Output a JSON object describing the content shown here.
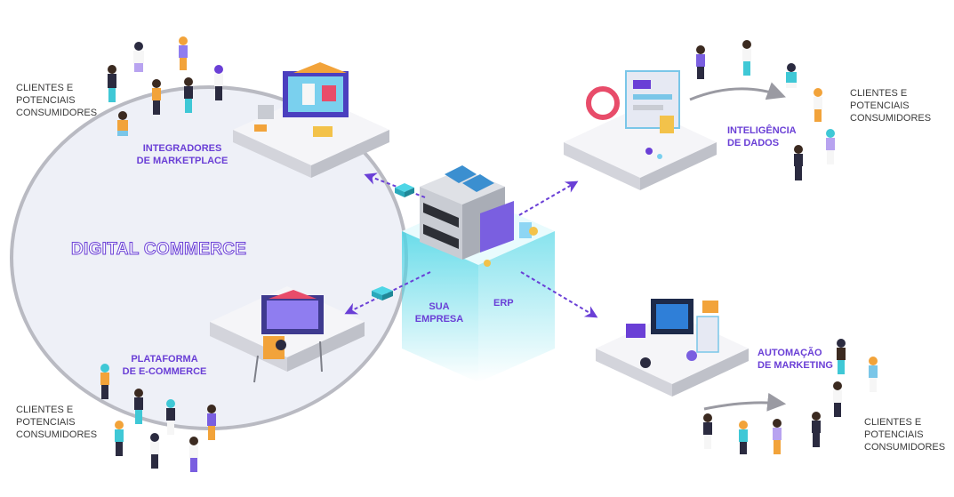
{
  "diagram": {
    "center": {
      "company_label": [
        "SUA",
        "EMPRESA"
      ],
      "erp_label": "ERP"
    },
    "digital_commerce_label": "DIGITAL COMMERCE",
    "nodes": {
      "marketplace": {
        "label": [
          "INTEGRADORES",
          "DE MARKETPLACE"
        ]
      },
      "ecommerce": {
        "label": [
          "PLATAFORMA",
          "DE E-COMMERCE"
        ]
      },
      "data": {
        "label": [
          "INTELIGÊNCIA",
          "DE DADOS"
        ]
      },
      "marketing": {
        "label": [
          "AUTOMAÇÃO",
          "DE MARKETING"
        ]
      }
    },
    "consumers": {
      "top_left": [
        "CLIENTES E",
        "POTENCIAIS",
        "CONSUMIDORES"
      ],
      "bottom_left": [
        "CLIENTES E",
        "POTENCIAIS",
        "CONSUMIDORES"
      ],
      "top_right": [
        "CLIENTES E",
        "POTENCIAIS",
        "CONSUMIDORES"
      ],
      "bottom_right": [
        "CLIENTES E",
        "POTENCIAIS",
        "CONSUMIDORES"
      ]
    },
    "colors": {
      "accent": "#6a3fd6",
      "cyan": "#4fd6e6",
      "platform": "#f3f3f6",
      "circle_fill": "#eef0f7",
      "text": "#3b3b3b"
    }
  }
}
